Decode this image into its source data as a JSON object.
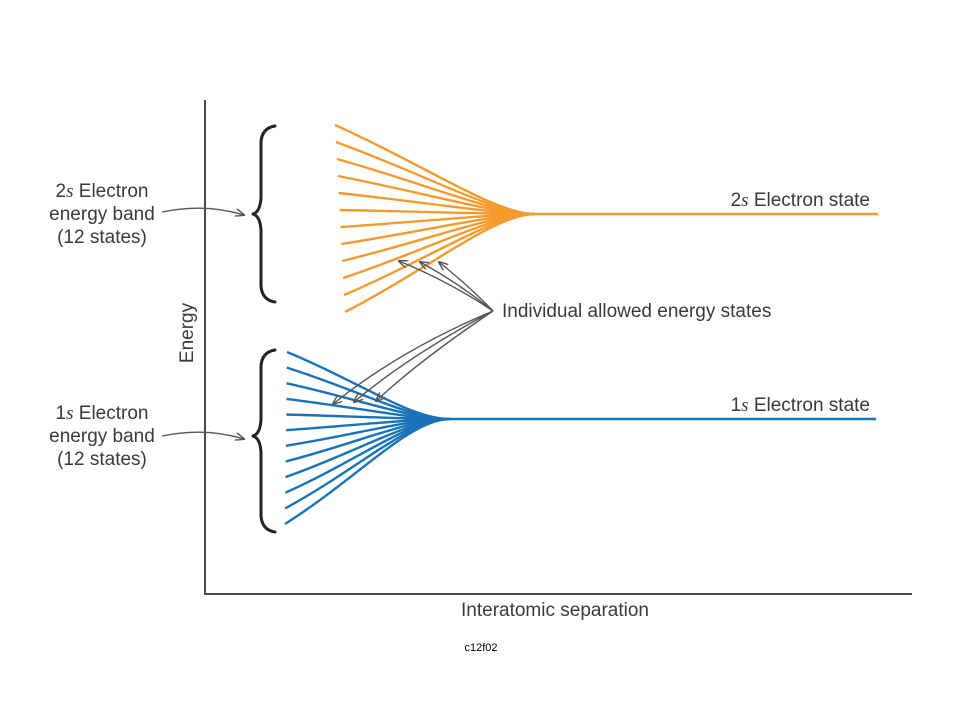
{
  "colors": {
    "band_2s": "#f59b2e",
    "band_1s": "#1a72b8",
    "axis": "#4a4a4a",
    "text": "#3a3a3a"
  },
  "axes": {
    "ylabel": "Energy",
    "xlabel": "Interatomic separation"
  },
  "band_2s": {
    "prefix": "2",
    "orbital": "s",
    "title_rest": " Electron",
    "line2": "energy band",
    "line3": "(12 states)",
    "state_label_rest": " Electron state",
    "state_count": 12
  },
  "band_1s": {
    "prefix": "1",
    "orbital": "s",
    "title_rest": " Electron",
    "line2": "energy band",
    "line3": "(12 states)",
    "state_label_rest": " Electron state",
    "state_count": 12
  },
  "annotation": "Individual allowed energy states",
  "figure_id": "c12f02"
}
